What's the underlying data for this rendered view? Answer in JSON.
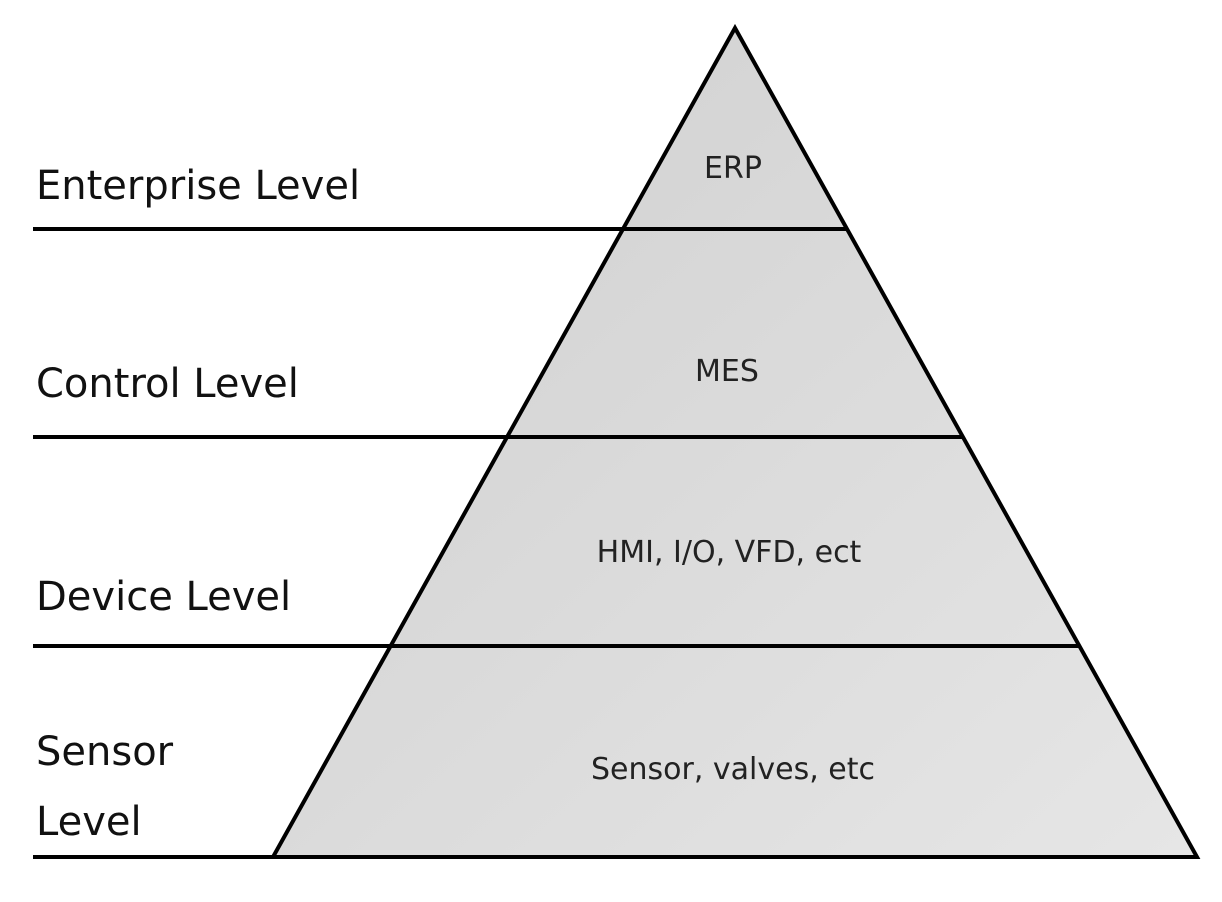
{
  "levels": {
    "enterprise": "Enterprise Level",
    "control": "Control Level",
    "device": "Device Level",
    "sensor_line1": "Sensor",
    "sensor_line2": "Level"
  },
  "tiers": {
    "erp": "ERP",
    "mes": "MES",
    "hmi": "HMI, I/O, VFD, ect",
    "sensor": "Sensor, valves, etc"
  },
  "colors": {
    "pyramid_fill": "#dadada",
    "stroke": "#000000",
    "text": "#222222"
  }
}
